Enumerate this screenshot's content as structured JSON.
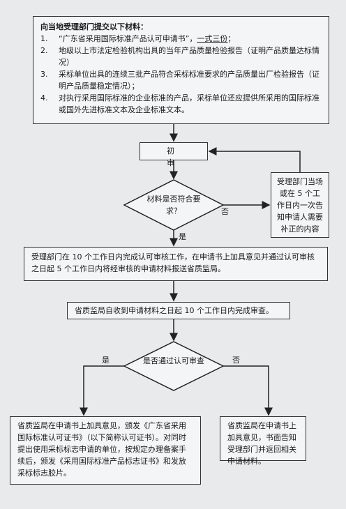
{
  "top": {
    "title": "向当地受理部门提交以下材料：",
    "items": [
      {
        "num": "1.",
        "pre": "“广东省采用国际标准产品认可申请书”，",
        "ul": "一式三份",
        "post": "；"
      },
      {
        "num": "2.",
        "text": "地级以上市法定检验机构出具的当年产品质量检验报告（证明产品质量达标情况）"
      },
      {
        "num": "3.",
        "text": "采标单位出具的连续三批产品符合采标标准要求的产品质量出厂检验报告（证明产品质量稳定情况）；"
      },
      {
        "num": "4.",
        "text": "对执行采用国际标准的企业标准的产品，采标单位还应提供所采用的国际标准或国外先进标准文本及企业标准文本。"
      }
    ]
  },
  "initial_review": "初审",
  "decision1": {
    "question": "材料是否符合要求？",
    "no": "否",
    "yes": "是"
  },
  "notify_box": "受理部门当场或在 5 个工作日内一次告知申请人需要补正的内容",
  "forward_box": "受理部门在 10 个工作日内完成认可审核工作，在申请书上加具意见并通过认可审核之日起 5 个工作日内将经审核的申请材料报送省质监局。",
  "review_box": "省质监局自收到申请材料之日起 10 个工作日内完成审查。",
  "decision2": {
    "question": "是否通过认可审查",
    "yes": "是",
    "no": "否"
  },
  "issue_box": "省质监局在申请书上加具意见，颁发《广东省采用国际标准认可证书》（以下简称认可证书）。对同时提出使用采标标志申请的单位，按规定办理备案手续后，颁发《采用国际标准产品标志证书》和发放采标标志胶片。",
  "reject_box": "省质监局在申请书上加具意见，书面告知受理部门并返回相关申请材料。"
}
